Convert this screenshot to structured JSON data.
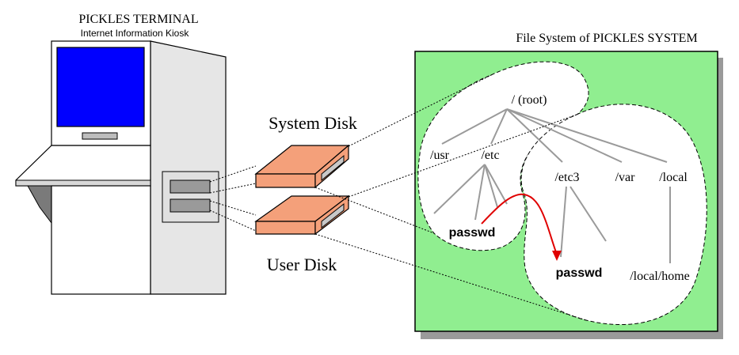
{
  "terminal": {
    "title": "PICKLES TERMINAL",
    "subtitle": "Internet Information Kiosk"
  },
  "disks": {
    "system_label": "System Disk",
    "user_label": "User Disk"
  },
  "filesystem": {
    "title": "File System of PICKLES SYSTEM",
    "root": "/ (root)",
    "usr": "/usr",
    "etc": "/etc",
    "etc3": "/etc3",
    "var": "/var",
    "local": "/local",
    "passwd_system": "passwd",
    "passwd_user": "passwd",
    "local_home": "/local/home"
  },
  "colors": {
    "panel_green": "#90ee90",
    "screen_blue": "#0000ff",
    "disk_salmon": "#f4a07a",
    "arrow_red": "#e00000",
    "shadow_gray": "#9a9a9a"
  }
}
